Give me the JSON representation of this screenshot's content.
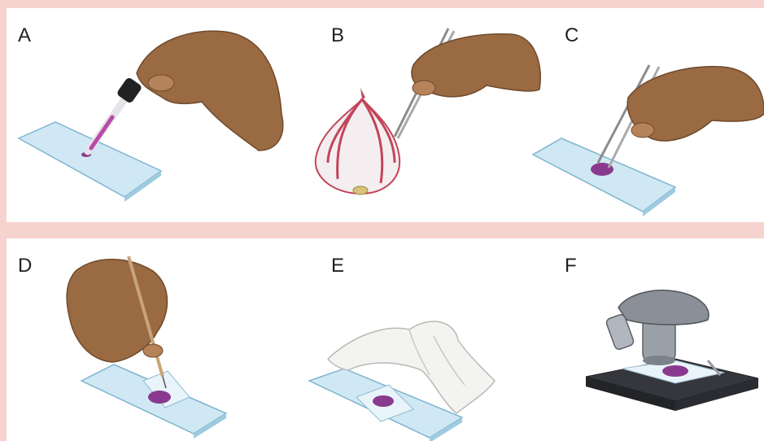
{
  "panels": [
    {
      "label": "A",
      "icon": "dropper-on-slide-icon"
    },
    {
      "label": "B",
      "icon": "tweezers-peeling-onion-icon"
    },
    {
      "label": "C",
      "icon": "tweezers-placing-peel-icon"
    },
    {
      "label": "D",
      "icon": "needle-lowering-coverslip-icon"
    },
    {
      "label": "E",
      "icon": "blotting-paper-icon"
    },
    {
      "label": "F",
      "icon": "microscope-icon"
    }
  ],
  "colors": {
    "frame": "#f6d3cf",
    "panel_bg": "#ffffff",
    "skin": "#9a6a43",
    "stain": "#8a3a8e",
    "glass": "#c9e6f2",
    "onion": "#c2455a"
  }
}
